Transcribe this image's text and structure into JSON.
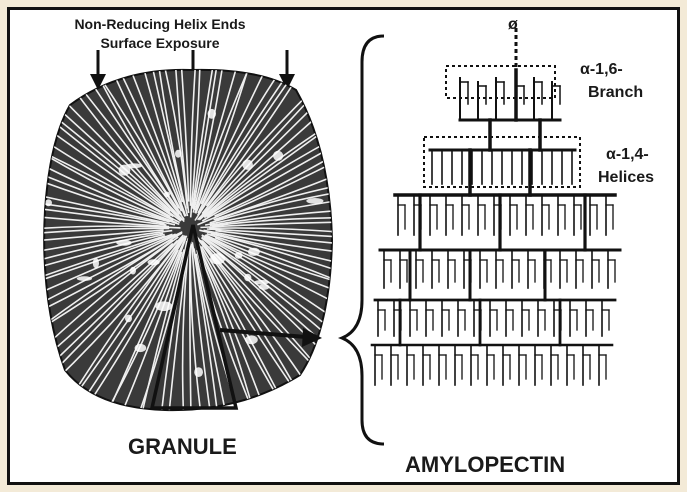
{
  "labels": {
    "top_line1": "Non-Reducing Helix Ends",
    "top_line2": "Surface Exposure",
    "alpha16_line1": "α-1,6-",
    "alpha16_line2": "Branch",
    "alpha14_line1": "α-1,4-",
    "alpha14_line2": "Helices",
    "granule": "GRANULE",
    "amylopectin": "AMYLOPECTIN",
    "reducing_end_symbol": "ø"
  },
  "colors": {
    "background": "#f3ead7",
    "panel": "#ffffff",
    "ink": "#111111"
  }
}
